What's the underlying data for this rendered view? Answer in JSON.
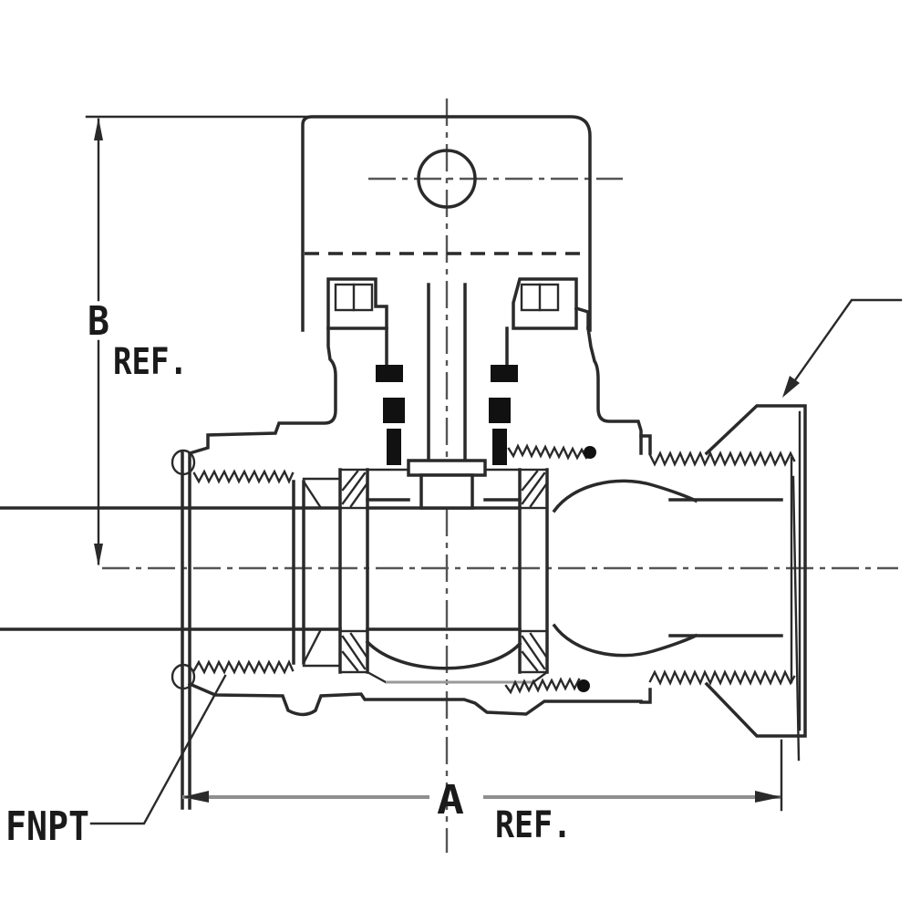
{
  "title": "Ball valve cross-section technical drawing",
  "colors": {
    "line": "#2a2a2a",
    "dimension_line": "#8f8f8f",
    "centerline": "#555555",
    "background": "#ffffff"
  },
  "labels": {
    "dim_b": "B",
    "dim_b_ref": "REF.",
    "dim_a": "A",
    "dim_a_ref": "REF.",
    "port": "FNPT"
  }
}
